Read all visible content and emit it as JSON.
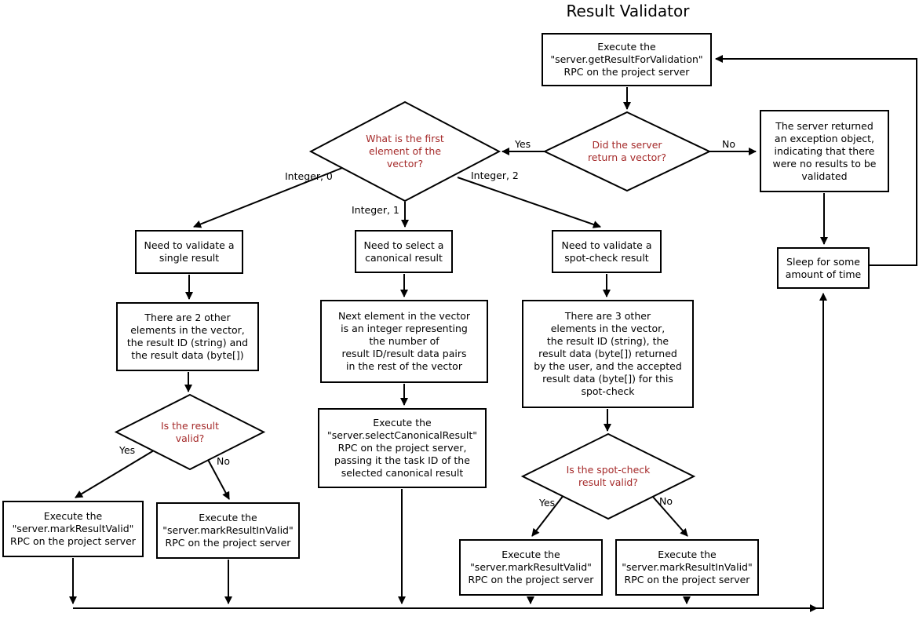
{
  "title": "Result Validator",
  "colors": {
    "decision_text": "#a52a2a",
    "node_text": "#000000",
    "line": "#000000",
    "background": "#ffffff"
  },
  "nodes": {
    "get_result": "Execute the\n\"server.getResultForValidation\"\nRPC on the project server",
    "return_vector": "Did the server\nreturn a vector?",
    "first_element": "What is the first\nelement of the\nvector?",
    "exception": "The server returned\nan exception object,\nindicating that there\nwere no results to be\nvalidated",
    "sleep": "Sleep for some\namount of time",
    "single": "Need to validate a\nsingle result",
    "canonical": "Need to select a\ncanonical result",
    "spotcheck": "Need to validate a\nspot-check result",
    "two_elements": "There are 2 other\nelements in the vector,\nthe result ID (string) and\nthe result data (byte[])",
    "next_element": "Next element in the vector\nis an integer representing\nthe number of\nresult ID/result data pairs\nin the rest of the vector",
    "three_elements": "There are 3 other\nelements in the vector,\nthe result ID (string), the\nresult data (byte[]) returned\nby the user, and the accepted\nresult data (byte[]) for this\nspot-check",
    "result_valid": "Is the result\nvalid?",
    "select_canonical": "Execute the\n\"server.selectCanonicalResult\"\nRPC on the project server,\npassing it the task ID of the\nselected canonical result",
    "spotcheck_valid": "Is the spot-check\nresult valid?",
    "mark_valid": "Execute the\n\"server.markResultValid\"\nRPC on the project server",
    "mark_invalid": "Execute the\n\"server.markResultInValid\"\nRPC on the project server"
  },
  "edge_labels": {
    "yes_vector": "Yes",
    "no_vector": "No",
    "integer_0": "Integer, 0",
    "integer_1": "Integer, 1",
    "integer_2": "Integer, 2",
    "yes_result": "Yes",
    "no_result": "No",
    "yes_spotcheck": "Yes",
    "no_spotcheck": "No"
  }
}
